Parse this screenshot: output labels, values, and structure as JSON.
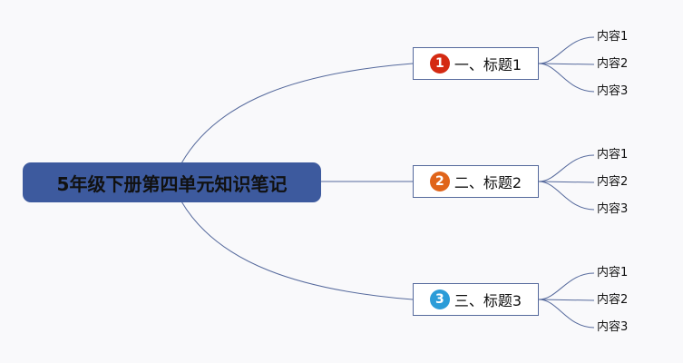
{
  "root": {
    "label": "5年级下册第四单元知识笔记",
    "color": "#3d5a9e"
  },
  "topics": [
    {
      "number": "1",
      "label": "一、标题1",
      "badge_color": "#d42a12",
      "items": [
        "内容1",
        "内容2",
        "内容3"
      ]
    },
    {
      "number": "2",
      "label": "二、标题2",
      "badge_color": "#e0641a",
      "items": [
        "内容1",
        "内容2",
        "内容3"
      ]
    },
    {
      "number": "3",
      "label": "三、标题3",
      "badge_color": "#2b9cd8",
      "items": [
        "内容1",
        "内容2",
        "内容3"
      ]
    }
  ],
  "line_color": "#55699c"
}
